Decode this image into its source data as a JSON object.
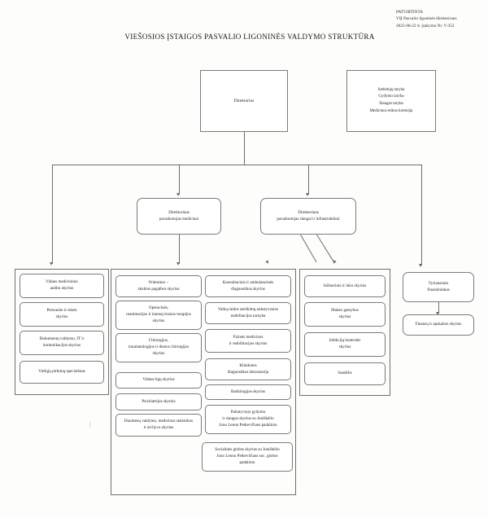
{
  "document": {
    "title": "VIEŠOSIOS ĮSTAIGOS PASVALIO LIGONINĖS VALDYMO STRUKTŪRA",
    "approval": {
      "line1": "PATVIRTINTA",
      "line2": "VšĮ Pasvalio ligoninės direktoriaus",
      "line3": "2025-08-22 d. įsakymu Nr. V-352"
    }
  },
  "chart_data": {
    "type": "diagram",
    "title": "VIEŠOSIOS ĮSTAIGOS PASVALIO LIGONINĖS VALDYMO STRUKTŪRA",
    "root": "Direktorius",
    "branches": 4
  },
  "nodes": {
    "director": "Direktorius",
    "councils": [
      "Stebėtojų taryba",
      "Gydymo taryba",
      "Slaugos taryba",
      "Medicinos etikos komisija"
    ],
    "deputy_medical": "Direktoriaus\npavaduotojas medicinai",
    "deputy_medical_l1": "Direktoriaus",
    "deputy_medical_l2": "pavaduotojas medicinai",
    "deputy_infra_l1": "Direktoriaus",
    "deputy_infra_l2": "pavaduotojas slaugai ir infrastruktūrai",
    "chief_financier_l1": "Vyriausiasis",
    "chief_financier_l2": "finansininkas",
    "finance_dept": "Finansų ir apskaitos skyrius"
  },
  "columns": {
    "director_direct": [
      {
        "l1": "Vidaus medicininio",
        "l2": "audito skyrius"
      },
      {
        "l1": "Personalo ir teisės",
        "l2": "skyrius"
      },
      {
        "l1": "Dokumentų valdymo, IT ir",
        "l2": "komunikacijos skyrius"
      },
      {
        "l1": "Viešųjų pirkimų specialistas",
        "l2": ""
      }
    ],
    "medical_col_a": [
      {
        "l1": "Priėmimo –",
        "l2": "skubios pagalbos skyrius",
        "l3": ""
      },
      {
        "l1": "Operacinės,",
        "l2": "reanimacijos ir intensyviosios terapijos",
        "l3": "skyrius"
      },
      {
        "l1": "Chirurgijos,",
        "l2": "traumatologijos ir dienos chirurgijos",
        "l3": "skyrius"
      },
      {
        "l1": "Vidaus ligų skyrius",
        "l2": "",
        "l3": ""
      },
      {
        "l1": "Psichiatrijos skyrius",
        "l2": "",
        "l3": ""
      },
      {
        "l1": "Duomenų valdymo, medicinos statistikos",
        "l2": "ir archyvo skyrius",
        "l3": ""
      }
    ],
    "medical_col_b": [
      {
        "l1": "Konsultacinis ir ambulatorinės",
        "l2": "diagnostikos skyrius",
        "l3": ""
      },
      {
        "l1": "Vaikų raidos sutrikimų ankstyvosios",
        "l2": "reabilitacijos tarnyba",
        "l3": ""
      },
      {
        "l1": "Fizinės medicinos",
        "l2": "ir reabilitacijos skyrius",
        "l3": ""
      },
      {
        "l1": "Klinikinės",
        "l2": "diagnostikos laboratorija",
        "l3": ""
      },
      {
        "l1": "Radiologijos skyrius",
        "l2": "",
        "l3": ""
      },
      {
        "l1": "Paliatyviojo gydymo",
        "l2": "ir slaugos skyrius su Joniškėlio",
        "l3": "Jono Leono Petkevičiaus  padaliniu"
      },
      {
        "l1": "Socialinės globos skyrius su Joniškėlio",
        "l2": "Jono Leono Petkevičiaus soc. globos",
        "l3": "padaliniu"
      }
    ],
    "infra_col": [
      {
        "l1": "Inžinerinis ir ūkio skyrius",
        "l2": ""
      },
      {
        "l1": "Maisto gamybos",
        "l2": "skyrius"
      },
      {
        "l1": "Infekcijų kontrolės",
        "l2": "skyrius"
      },
      {
        "l1": "Sandėlis",
        "l2": ""
      }
    ]
  }
}
